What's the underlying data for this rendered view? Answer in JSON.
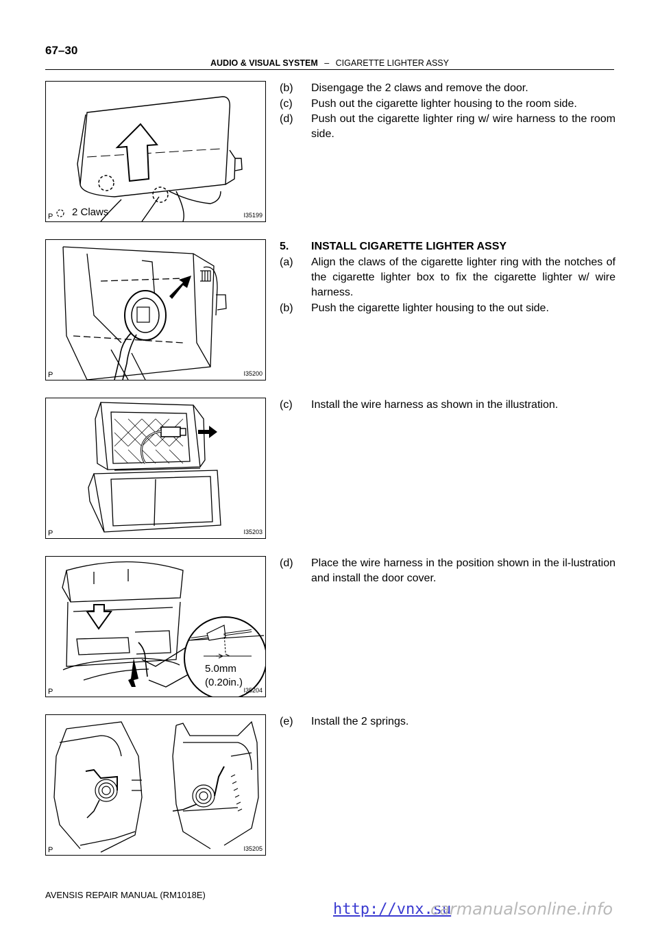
{
  "header": {
    "page_number": "67–30",
    "section": "AUDIO & VISUAL SYSTEM",
    "separator": "–",
    "subsection": "CIGARETTE LIGHTER ASSY"
  },
  "figures": [
    {
      "id": "I35199",
      "p": "P",
      "label": "2 Claws"
    },
    {
      "id": "I35200",
      "p": "P"
    },
    {
      "id": "I35203",
      "p": "P"
    },
    {
      "id": "I35204",
      "p": "P",
      "dimension_value": "5.0mm",
      "dimension_alt": "(0.20in.)"
    },
    {
      "id": "I35205",
      "p": "P"
    }
  ],
  "steps": [
    {
      "label": "(b)",
      "text": "Disengage the 2 claws and remove the door."
    },
    {
      "label": "(c)",
      "text": "Push out the cigarette lighter housing to the room side."
    },
    {
      "label": "(d)",
      "text": "Push out the cigarette lighter ring w/ wire harness to the room side."
    },
    {
      "label": "5.",
      "text": "INSTALL CIGARETTE LIGHTER ASSY"
    },
    {
      "label": "(a)",
      "text": "Align the claws of the cigarette lighter ring with the notches of the cigarette lighter box to fix the cigarette lighter w/ wire harness."
    },
    {
      "label": "(b)",
      "text": "Push the cigarette lighter housing to the out side."
    },
    {
      "label": "(c)",
      "text": "Install the wire harness as shown in the illustration."
    },
    {
      "label": "(d)",
      "text": "Place the wire harness in the position shown in the il-lustration and install the door cover."
    },
    {
      "label": "(e)",
      "text": "Install the 2 springs."
    }
  ],
  "footer": {
    "manual": "AVENSIS REPAIR MANUAL   (RM1018E)"
  },
  "watermarks": {
    "link": "http://vnx.su",
    "site": "carmanualsonline.info"
  }
}
